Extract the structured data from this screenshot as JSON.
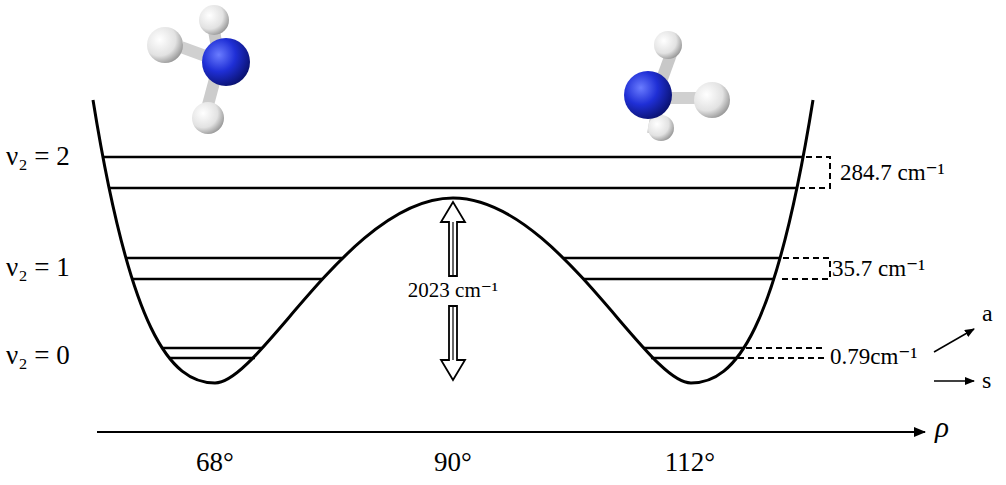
{
  "diagram": {
    "labels": [
      "ν₂ = 2",
      "ν₂ = 1",
      "ν₂ = 0",
      "2023 cm⁻¹",
      "284.7 cm⁻¹",
      "35.7 cm⁻¹",
      "0.79cm⁻¹",
      "a",
      "s",
      "68°",
      "90°",
      "112°",
      "ρ"
    ]
  }
}
